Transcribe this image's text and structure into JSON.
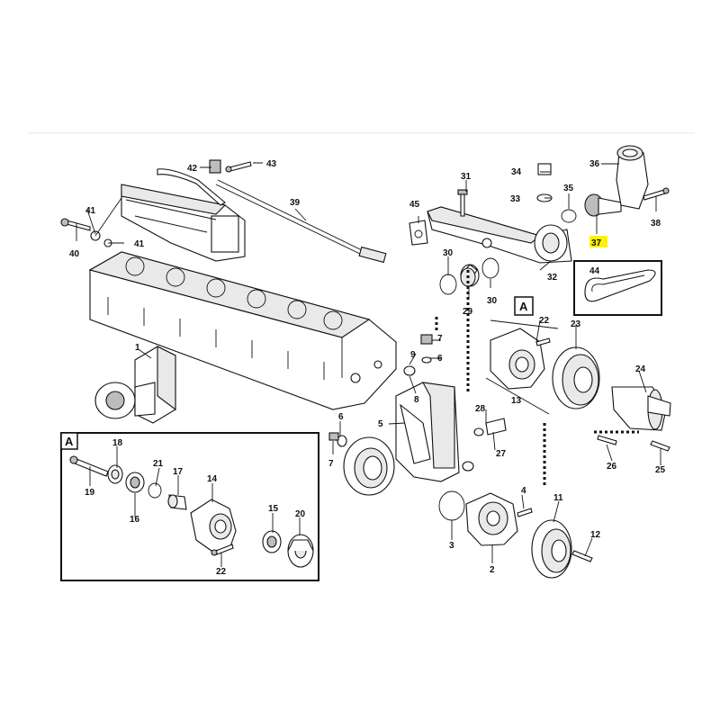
{
  "diagram": {
    "highlight_color": "#fff200",
    "line_color": "#111111",
    "separator_color": "#dde8f0",
    "detail_label": "A",
    "callouts": {
      "c1": "1",
      "c2": "2",
      "c3": "3",
      "c4": "4",
      "c5": "5",
      "c6a": "6",
      "c6b": "6",
      "c7a": "7",
      "c7b": "7",
      "c8": "8",
      "c9": "9",
      "c11": "11",
      "c12": "12",
      "c13": "13",
      "c14": "14",
      "c15": "15",
      "c16": "16",
      "c17": "17",
      "c18": "18",
      "c19": "19",
      "c20": "20",
      "c21": "21",
      "c22a": "22",
      "c22b": "22",
      "c23": "23",
      "c24": "24",
      "c25": "25",
      "c26": "26",
      "c27": "27",
      "c28": "28",
      "c29": "29",
      "c30a": "30",
      "c30b": "30",
      "c31": "31",
      "c32": "32",
      "c33": "33",
      "c34": "34",
      "c35": "35",
      "c36": "36",
      "c37": "37",
      "c38": "38",
      "c39": "39",
      "c40": "40",
      "c41a": "41",
      "c41b": "41",
      "c42": "42",
      "c43": "43",
      "c44": "44",
      "c45": "45"
    }
  }
}
